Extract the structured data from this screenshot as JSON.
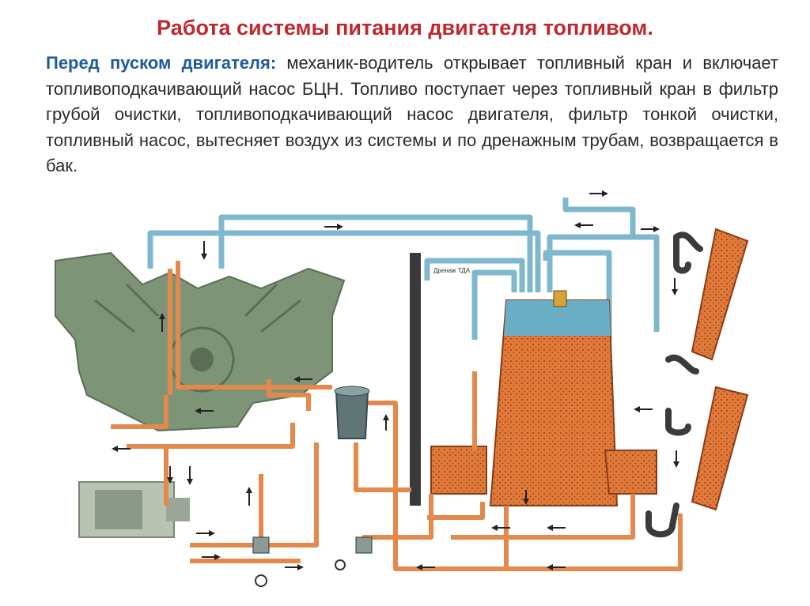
{
  "slide": {
    "title": "Работа системы питания двигателя топливом.",
    "lead": "Перед пуском двигателя:",
    "body": " механик-водитель открывает топливный кран и включает топливоподкачивающий насос БЦН. Топливо поступает через топливный кран в фильтр грубой очистки, топливоподкачивающий насос двигателя, фильтр тонкой очистки, топливный насос, вытесняет воздух из системы и по дренажным трубам, возвращается в бак."
  },
  "diagram": {
    "drain_label": "Дренаж ТДА",
    "colors": {
      "fuel": "#e07a3a",
      "fuel_outline": "#8c3a14",
      "air": "#6aaec6",
      "engine": "#7d9476",
      "pipe_orange": "#e4894c",
      "pipe_blue": "#7fb8cc"
    }
  }
}
